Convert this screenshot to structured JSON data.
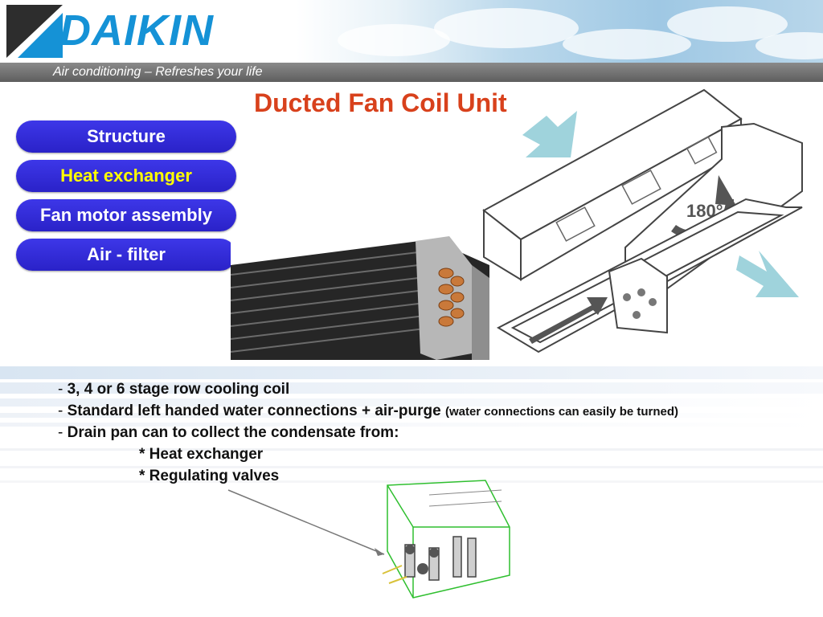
{
  "brand": {
    "name": "DAIKIN",
    "tagline": "Air conditioning – Refreshes your life",
    "color": "#1592d6"
  },
  "slide": {
    "title": "Ducted Fan Coil Unit",
    "title_color": "#d8411c"
  },
  "menu": {
    "items": [
      {
        "label": "Structure",
        "active": false
      },
      {
        "label": "Heat exchanger",
        "active": true
      },
      {
        "label": "Fan motor assembly",
        "active": false
      },
      {
        "label": "Air - filter",
        "active": false
      }
    ],
    "button_color": "#2f29d6",
    "active_text_color": "#ffff00"
  },
  "diagram": {
    "rotation_label": "180°"
  },
  "bullets": {
    "b1": {
      "dash": "- ",
      "text": "3, 4 or 6 stage row cooling coil"
    },
    "b2": {
      "dash": "- ",
      "text": "Standard left handed water connections + air-purge",
      "note": "(water connections can easily be turned)"
    },
    "b3": {
      "dash": "- ",
      "text": "Drain pan can to collect the condensate from:"
    },
    "b4": {
      "text": "* Heat exchanger"
    },
    "b5": {
      "text": "* Regulating valves"
    }
  }
}
